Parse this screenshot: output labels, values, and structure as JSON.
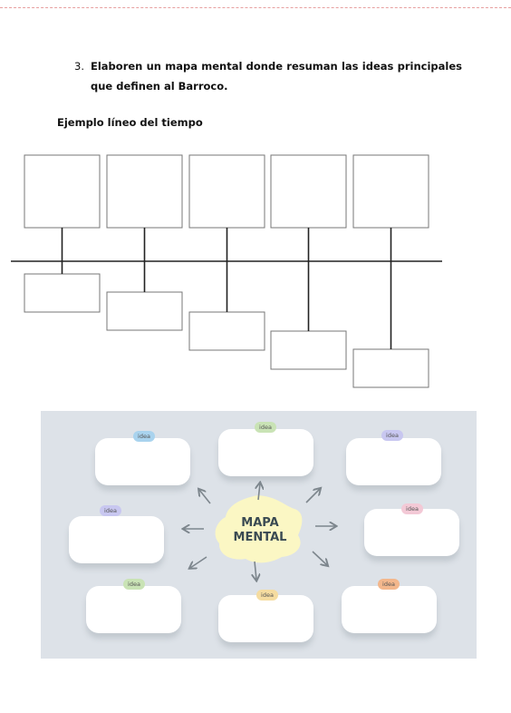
{
  "instruction": {
    "number": "3.",
    "text": "Elaboren un mapa mental donde resuman las ideas principales que definen al Barroco."
  },
  "timeline_heading": "Ejemplo líneo del tiempo",
  "mindmap": {
    "center_line1": "MAPA",
    "center_line2": "MENTAL",
    "idea_label": "idea",
    "colors": {
      "background": "#dde2e8",
      "center": "#fbf7c4",
      "arrow": "#7d868d",
      "tag_blue": "#a9d3ee",
      "tag_green": "#c9e3b5",
      "tag_purple": "#c8c7f0",
      "tag_pink": "#f3c9d6",
      "tag_orange": "#f3b78c",
      "tag_yellow": "#f5dca0"
    }
  }
}
